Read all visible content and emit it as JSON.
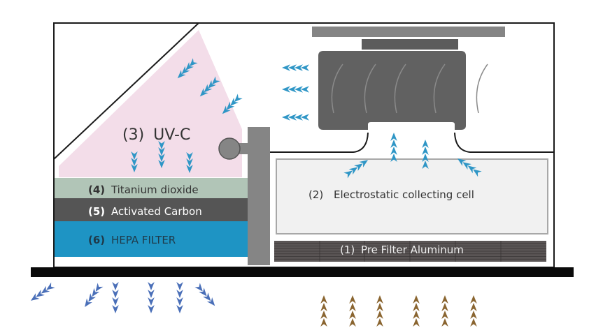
{
  "title": "Air purifier airflow and filtration stages",
  "colors": {
    "frame": "#1a1a1a",
    "base_bar": "#0a0a0a",
    "uv_zone": "#f3dde9",
    "titanium": "#b1c5b7",
    "carbon": "#555555",
    "hepa": "#1e94c4",
    "pillar": "#858585",
    "fan_body": "#616161",
    "fan_top_bar": "#858585",
    "fan_mid_bar": "#5c5c5c",
    "cell_fill": "#f1f1f1",
    "cell_border": "#a8a8a8",
    "prefilter": "#5a5555",
    "arrow_internal": "#2f96c6",
    "arrow_outflow": "#4a6fb8",
    "arrow_inflow": "#8a6530"
  },
  "labels": {
    "uv": {
      "num": "(3)",
      "text": "UV-C"
    },
    "titanium": {
      "num": "(4)",
      "text": "Titanium dioxide"
    },
    "carbon": {
      "num": "(5)",
      "text": "Activated Carbon"
    },
    "hepa": {
      "num": "(6)",
      "text": "HEPA FILTER"
    },
    "electrostatic": {
      "num": "(2)",
      "text": "Electrostatic collecting cell"
    },
    "prefilter": {
      "num": "(1)",
      "text": "Pre Filter Aluminum"
    }
  },
  "components": [
    {
      "id": "prefilter",
      "name": "Pre Filter Aluminum",
      "stage": 1
    },
    {
      "id": "electrostatic",
      "name": "Electrostatic collecting cell",
      "stage": 2
    },
    {
      "id": "uv",
      "name": "UV-C",
      "stage": 3
    },
    {
      "id": "titanium",
      "name": "Titanium dioxide",
      "stage": 4
    },
    {
      "id": "carbon",
      "name": "Activated Carbon",
      "stage": 5
    },
    {
      "id": "hepa",
      "name": "HEPA FILTER",
      "stage": 6
    }
  ],
  "airflow": {
    "inflow_columns": 6,
    "outflow_columns": 6,
    "fan_exhaust_rows": 3,
    "uv_diagonal_groups": 3,
    "uv_down_groups": 3,
    "cell_intake_groups": 4
  }
}
